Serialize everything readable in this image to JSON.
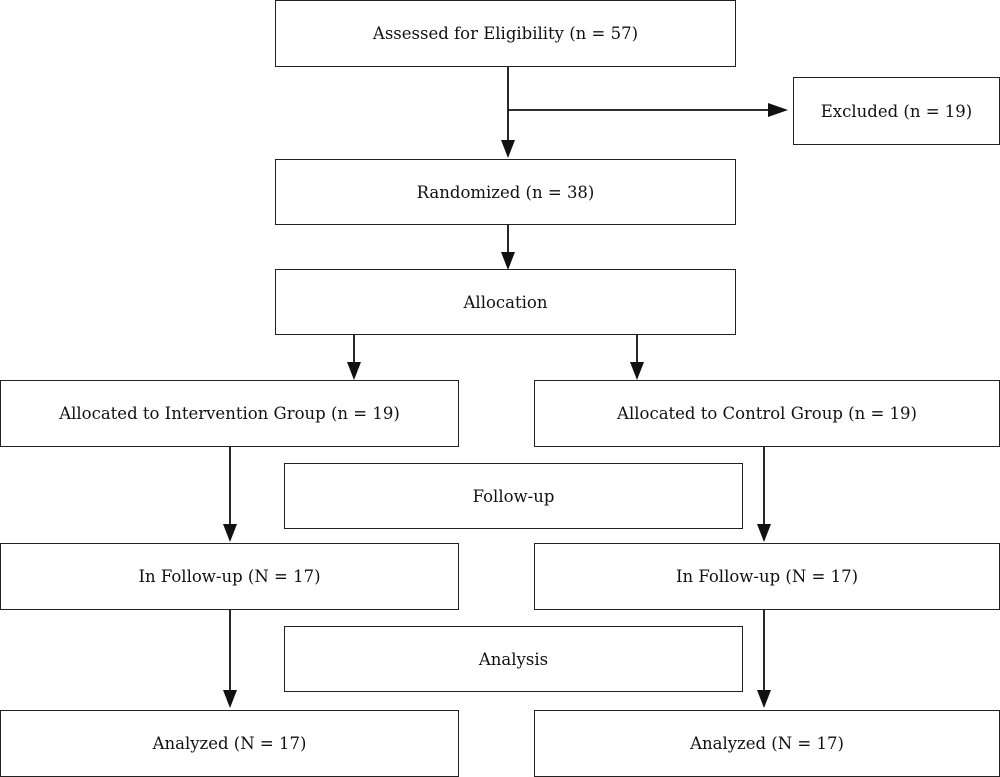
{
  "diagram": {
    "nodes": {
      "assessed": "Assessed for Eligibility (n = 57)",
      "excluded": "Excluded (n = 19)",
      "randomized": "Randomized (n = 38)",
      "allocation": "Allocation",
      "intervention": "Allocated to Intervention Group (n = 19)",
      "control": "Allocated to Control Group (n = 19)",
      "followup_label": "Follow-up",
      "followup_left": "In Follow-up (N = 17)",
      "followup_right": "In Follow-up (N = 17)",
      "analysis_label": "Analysis",
      "analyzed_left": "Analyzed (N = 17)",
      "analyzed_right": "Analyzed (N = 17)"
    },
    "edges": [
      {
        "from": "assessed",
        "to": "randomized"
      },
      {
        "from": "assessed",
        "to": "excluded"
      },
      {
        "from": "randomized",
        "to": "allocation"
      },
      {
        "from": "allocation",
        "to": "intervention"
      },
      {
        "from": "allocation",
        "to": "control"
      },
      {
        "from": "intervention",
        "to": "followup_left"
      },
      {
        "from": "control",
        "to": "followup_right"
      },
      {
        "from": "followup_left",
        "to": "analyzed_left"
      },
      {
        "from": "followup_right",
        "to": "analyzed_right"
      }
    ],
    "colors": {
      "line": "#111111",
      "box_border": "#222222",
      "background": "#ffffff"
    }
  }
}
